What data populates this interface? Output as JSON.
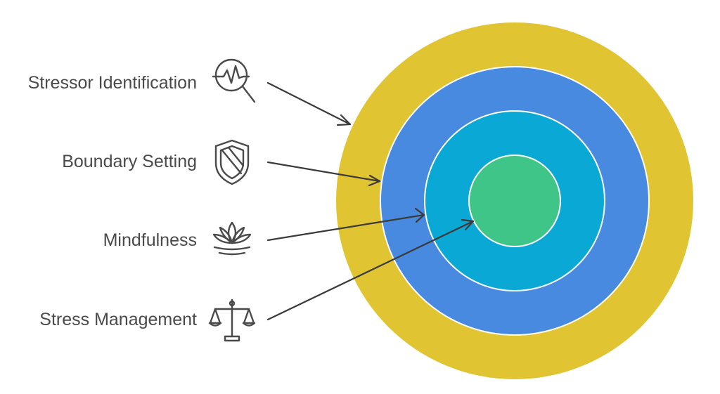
{
  "layers": [
    {
      "id": "stressor-identification",
      "label": "Stressor Identification",
      "icon": "waveform-magnifier-icon",
      "color": "#E0C431"
    },
    {
      "id": "boundary-setting",
      "label": "Boundary Setting",
      "icon": "shield-icon",
      "color": "#478AE0"
    },
    {
      "id": "mindfulness",
      "label": "Mindfulness",
      "icon": "lotus-icon",
      "color": "#0AA9D5"
    },
    {
      "id": "stress-management",
      "label": "Stress Management",
      "icon": "balance-scale-icon",
      "color": "#40C588"
    }
  ],
  "colors": {
    "text": "#4a4a4a",
    "icon_stroke": "#4a4a4a",
    "arrow": "#3a3a3a",
    "ring_outline": "#ffffff"
  }
}
